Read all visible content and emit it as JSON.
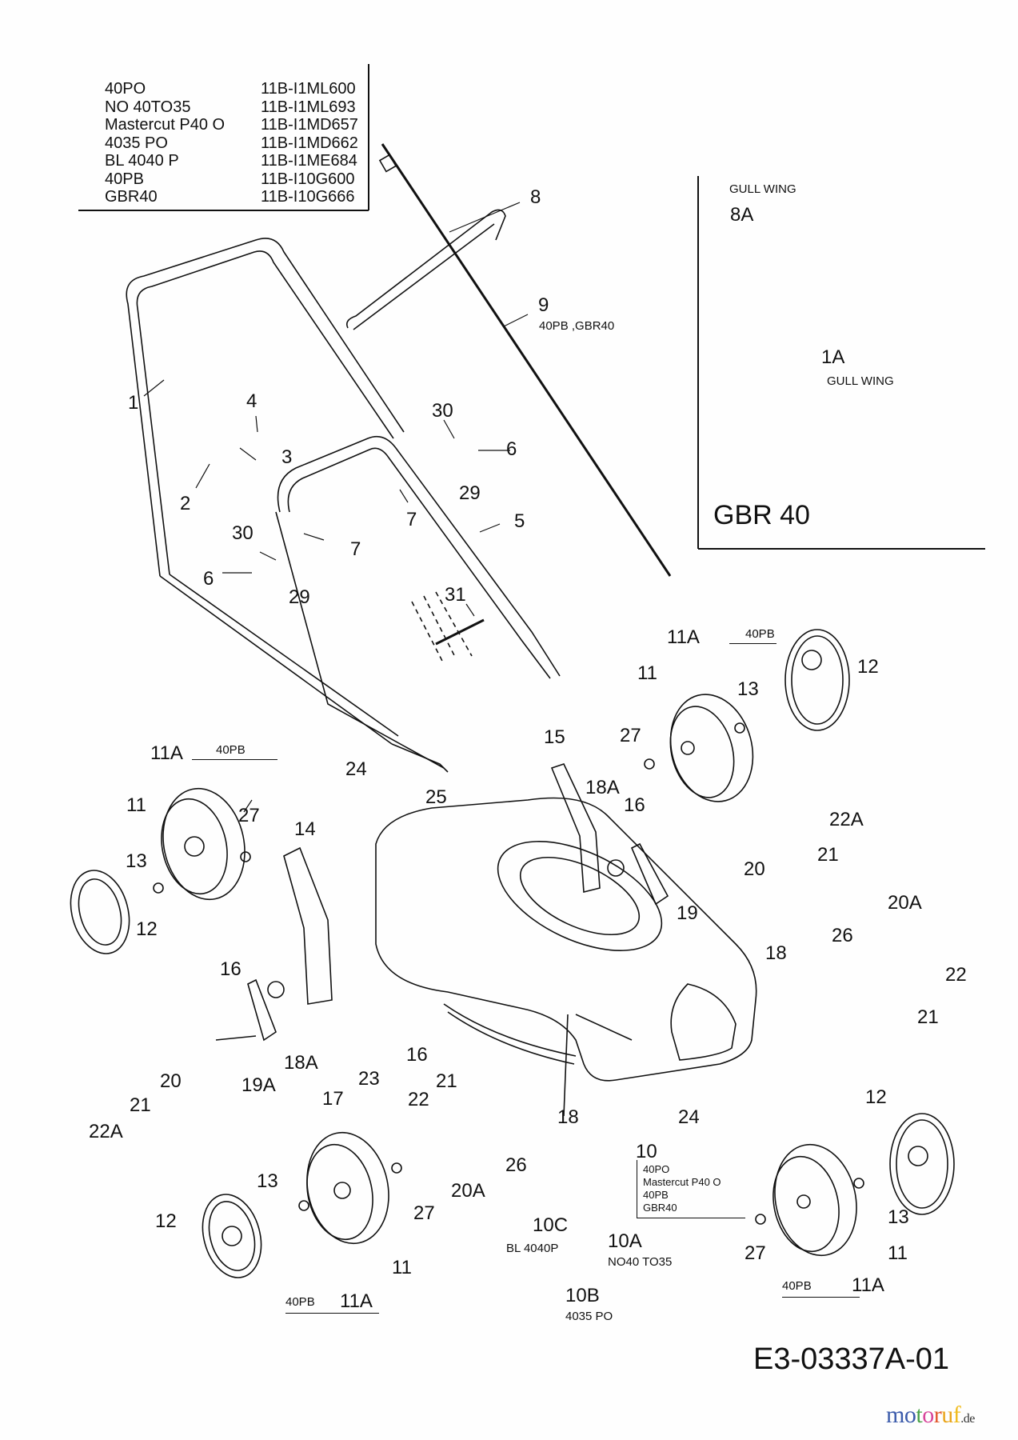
{
  "model_table": {
    "rows": [
      {
        "model": "40PO",
        "part_no": "11B-I1ML600"
      },
      {
        "model": "NO 40TO35",
        "part_no": "11B-I1ML693"
      },
      {
        "model": "Mastercut P40 O",
        "part_no": "11B-I1MD657"
      },
      {
        "model": "4035 PO",
        "part_no": "11B-I1MD662"
      },
      {
        "model": "BL 4040 P",
        "part_no": "11B-I1ME684"
      },
      {
        "model": "40PB",
        "part_no": "11B-I10G600"
      },
      {
        "model": "GBR40",
        "part_no": "11B-I10G666"
      }
    ]
  },
  "inset": {
    "title": "GBR 40",
    "callout_8a": "8A",
    "callout_8a_note": "GULL WING",
    "callout_1a": "1A",
    "callout_1a_note": "GULL WING"
  },
  "callouts": {
    "c1": "1",
    "c2": "2",
    "c3": "3",
    "c4": "4",
    "c5": "5",
    "c6a": "6",
    "c6b": "6",
    "c7a": "7",
    "c7b": "7",
    "c8": "8",
    "c9": "9",
    "c9_note": "40PB ,GBR40",
    "c29a": "29",
    "c29b": "29",
    "c30a": "30",
    "c30b": "30",
    "c31": "31",
    "c11a_tr": "11A",
    "c11a_tr_note": "40PB",
    "c11_tr": "11",
    "c12_tr": "12",
    "c13_tr": "13",
    "c27_tr": "27",
    "c15": "15",
    "c18a_r": "18A",
    "c16_r": "16",
    "c19": "19",
    "c20_r": "20",
    "c21_r": "21",
    "c22a_r": "22A",
    "c11a_tl": "11A",
    "c11a_tl_note": "40PB",
    "c11_tl": "11",
    "c12_tl": "12",
    "c13_tl": "13",
    "c27_tl": "27",
    "c24_t": "24",
    "c25": "25",
    "c14": "14",
    "c16_l": "16",
    "c18a_l": "18A",
    "c19a": "19A",
    "c20_l": "20",
    "c21_l": "21",
    "c22a_l": "22A",
    "c17": "17",
    "c23": "23",
    "c16_c": "16",
    "c20a_r": "20A",
    "c26_r": "26",
    "c18_r": "18",
    "c21_rr": "21",
    "c22_rr": "22",
    "c22_c": "22",
    "c21_c": "21",
    "c20a_c": "20A",
    "c26_c": "26",
    "c18_c": "18",
    "c24_c": "24",
    "c10": "10",
    "c10_note": [
      "40PO",
      "Mastercut P40 O",
      "40PB",
      "GBR40"
    ],
    "c10a": "10A",
    "c10a_note": "NO40 TO35",
    "c10b": "10B",
    "c10b_note": "4035 PO",
    "c10c": "10C",
    "c10c_note": "BL 4040P",
    "c11a_bl": "11A",
    "c11a_bl_note": "40PB",
    "c11_bl": "11",
    "c12_bl": "12",
    "c13_bl": "13",
    "c27_bl": "27",
    "c11a_br": "11A",
    "c11a_br_note": "40PB",
    "c11_br": "11",
    "c12_br": "12",
    "c13_br": "13",
    "c27_br": "27"
  },
  "drawing_code": "E3-03337A-01",
  "watermark": {
    "letters": [
      {
        "ch": "m",
        "color": "#3b5bab"
      },
      {
        "ch": "o",
        "color": "#3b5bab"
      },
      {
        "ch": "t",
        "color": "#4aa24a"
      },
      {
        "ch": "o",
        "color": "#d8459b"
      },
      {
        "ch": "r",
        "color": "#e2562a"
      },
      {
        "ch": "u",
        "color": "#e9a51c"
      },
      {
        "ch": "f",
        "color": "#f0bc1e"
      }
    ],
    "suffix": ".de"
  }
}
